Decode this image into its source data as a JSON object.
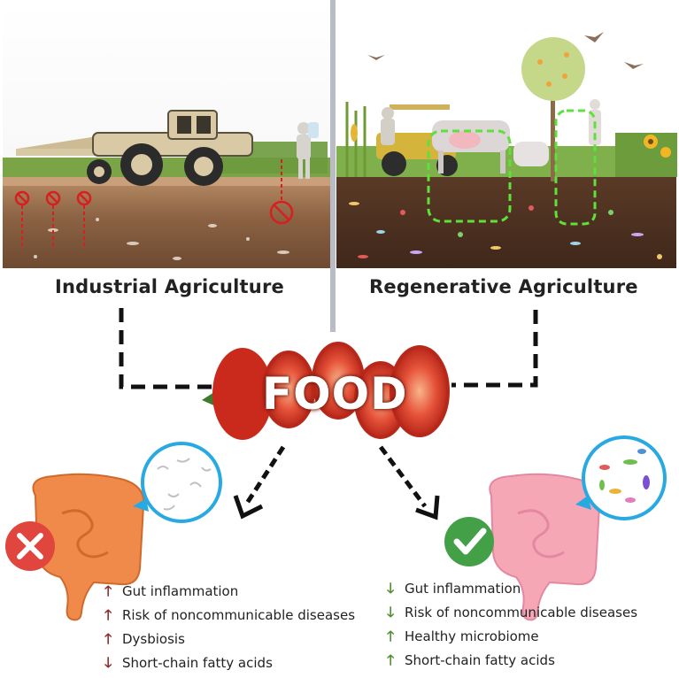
{
  "headings": {
    "industrial": "Industrial Agriculture",
    "regenerative": "Regenerative Agriculture"
  },
  "food_label": "FOOD",
  "industrial_effects": [
    {
      "direction": "up",
      "text": "Gut inflammation"
    },
    {
      "direction": "up",
      "text": "Risk of noncommunicable diseases"
    },
    {
      "direction": "up",
      "text": "Dysbiosis"
    },
    {
      "direction": "down",
      "text": "Short-chain fatty acids"
    }
  ],
  "regenerative_effects": [
    {
      "direction": "down",
      "text": "Gut inflammation"
    },
    {
      "direction": "down",
      "text": "Risk of noncommunicable diseases"
    },
    {
      "direction": "up",
      "text": "Healthy microbiome"
    },
    {
      "direction": "up",
      "text": "Short-chain fatty acids"
    }
  ],
  "arrow_symbols": {
    "up": "🡑",
    "down": "🡓"
  },
  "colors": {
    "industrial_arrow": "#8a2b2b",
    "regenerative_arrow": "#4e8c2f",
    "divider": "#b9bcc4",
    "dashed_connector": "#111111",
    "bad_badge": "#e0453e",
    "good_badge": "#43a047",
    "tomato": "#d63a22",
    "industrial_gut": "#f08a4b",
    "regenerative_gut": "#f6a7b6",
    "magnifier_ring": "#29a9e1"
  },
  "icons": {
    "bad_badge": "x-icon",
    "good_badge": "check-icon"
  }
}
